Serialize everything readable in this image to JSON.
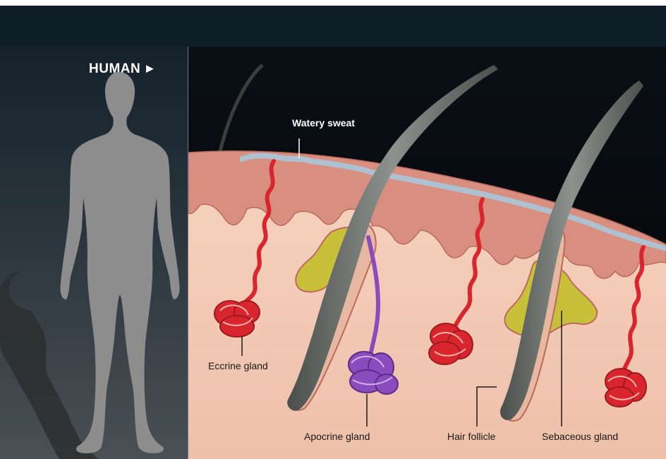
{
  "panel": {
    "title": "HUMAN",
    "arrow_icon": "triangle-right-icon"
  },
  "labels": {
    "watery_sweat": "Watery sweat",
    "eccrine_gland": "Eccrine gland",
    "apocrine_gland": "Apocrine gland",
    "hair_follicle": "Hair follicle",
    "sebaceous_gland": "Sebaceous gland"
  },
  "colors": {
    "header_bg": "#0f1d26",
    "background_dark": "#05090c",
    "epidermis": "#d98f80",
    "dermis": "#f3cdb8",
    "sweat": "#a8c6d8",
    "eccrine_duct": "#d9262e",
    "apocrine_duct": "#8a4bbd",
    "sebum": "#c9c03a",
    "hair": "#5e6360",
    "silhouette": "#8d8d8d"
  }
}
